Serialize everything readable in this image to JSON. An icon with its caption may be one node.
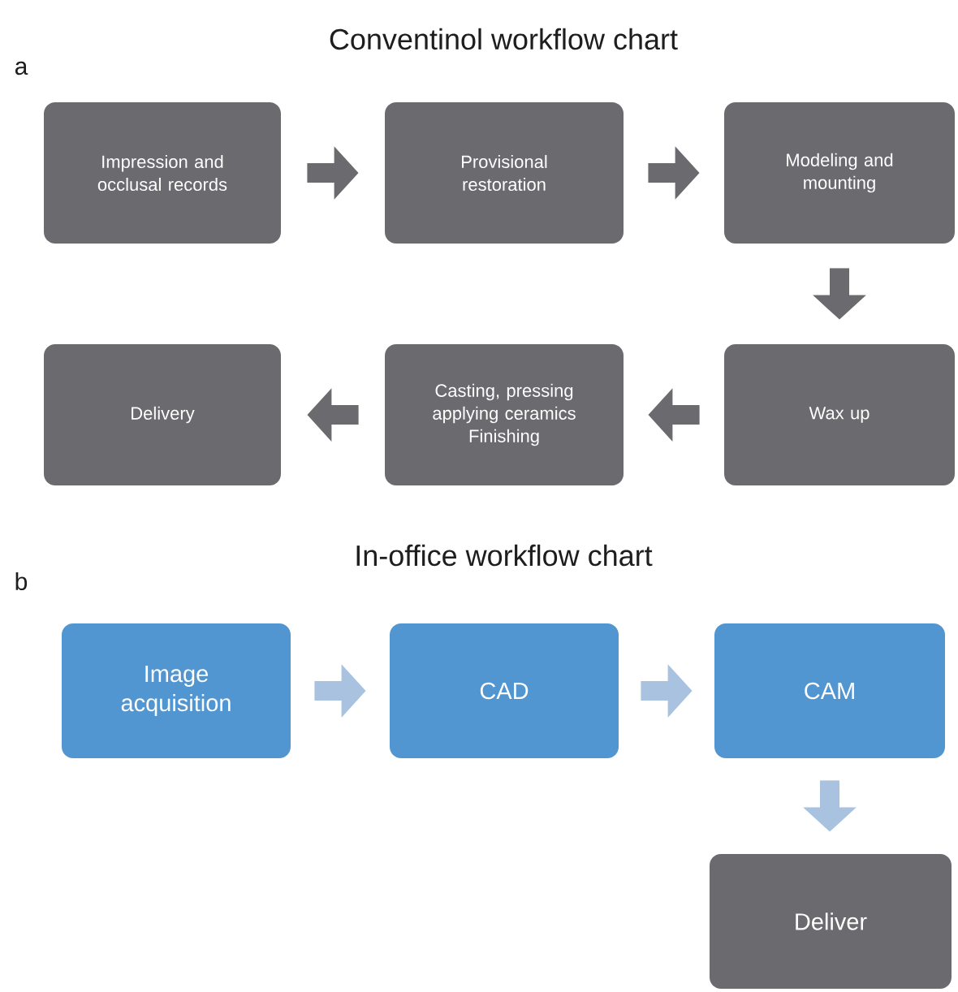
{
  "diagram": {
    "nodes": [
      {
        "text": [
          "Impression and occlusal records"
        ]
      },
      {
        "text": [
          "Provisional restoration"
        ]
      },
      {
        "text": [
          "Modeling and mounting"
        ]
      },
      {
        "text": [
          "Wax up"
        ]
      },
      {
        "text": [
          "Casting, pressing applying ceramics Finishing"
        ]
      },
      {
        "text": [
          "Delivery"
        ]
      },
      {
        "text": [
          "Image acquisition"
        ]
      },
      {
        "text": [
          "CAD"
        ]
      },
      {
        "text": [
          "CAM"
        ]
      },
      {
        "text": [
          "Deliver"
        ]
      }
    ],
    "edges": [
      {
        "from": 0,
        "to": 1,
        "arrow": "to"
      },
      {
        "from": 1,
        "to": 2,
        "arrow": "to"
      },
      {
        "from": 2,
        "to": 3,
        "arrow": "to"
      },
      {
        "from": 3,
        "to": 4,
        "arrow": "to"
      },
      {
        "from": 4,
        "to": 5,
        "arrow": "to"
      },
      {
        "from": 6,
        "to": 7,
        "arrow": "to",
        "color": "#a8c2df"
      },
      {
        "from": 7,
        "to": 8,
        "arrow": "to",
        "color": "#a8c2df"
      },
      {
        "from": 8,
        "to": 9,
        "arrow": "to",
        "color": "#a8c2df"
      }
    ],
    "labels": [
      "Conventinol workflow chart",
      "a",
      "In-office workflow chart",
      "b"
    ]
  }
}
